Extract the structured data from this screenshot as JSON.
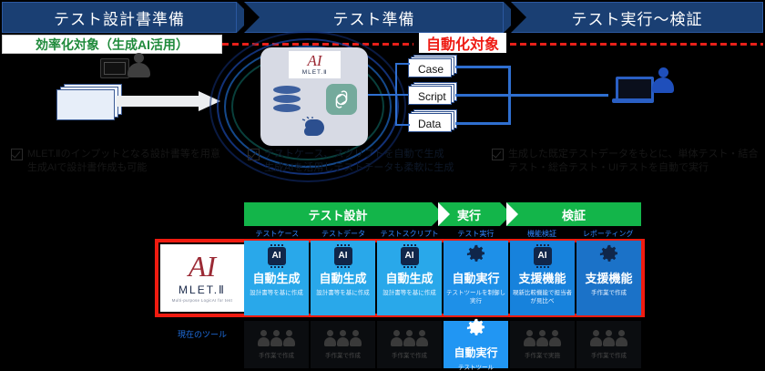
{
  "headers": [
    {
      "label": "テスト設計書準備"
    },
    {
      "label": "テスト準備"
    },
    {
      "label": "テスト実行〜検証"
    }
  ],
  "subbanners": {
    "green_label": "効率化対象（生成AI活用）",
    "red_label": "自動化対象"
  },
  "diagram": {
    "core_logo": {
      "ai": "AI",
      "name": "MLET.Ⅱ"
    },
    "icons": {
      "database": "database-icon",
      "openai": "openai-icon",
      "brain": "brain-icon",
      "documents": "document-stack-icon",
      "laptop": "laptop-icon",
      "operator": "person-icon",
      "arrow": "right-arrow-icon"
    },
    "outputs": [
      {
        "label": "Case"
      },
      {
        "label": "Script"
      },
      {
        "label": "Data"
      }
    ]
  },
  "notes": [
    {
      "check": "✓",
      "text": "MLET.Ⅱのインプットとなる設計書等を用意",
      "highlight": "生成AIで設計書作成も可能"
    },
    {
      "check": "✓",
      "text": "テストケース、スクリプトを自動で生成",
      "highlight": "生成AIを活用しテストデータも柔軟に生成"
    },
    {
      "check": "✓",
      "text": "生成した既定テストデータをもとに、単体テスト・結合テスト・総合テスト・UIテストを自動で実行",
      "highlight": ""
    }
  ],
  "phases": [
    {
      "label": "テスト設計"
    },
    {
      "label": "実行"
    },
    {
      "label": "検証"
    }
  ],
  "column_labels": [
    "テストケース",
    "テストデータ",
    "テストスクリプト",
    "テスト実行",
    "機能検証",
    "レポーティング"
  ],
  "logo_cell": {
    "ai": "AI",
    "name": "MLET.Ⅱ",
    "tagline": "Multi-purpose LogicAI for test"
  },
  "cards": [
    {
      "icon": "ai-chip-icon",
      "title": "自動生成",
      "sub": "設計書等を基に作成",
      "bg": "#29a8ea"
    },
    {
      "icon": "ai-chip-icon",
      "title": "自動生成",
      "sub": "設計書等を基に作成",
      "bg": "#29a8ea"
    },
    {
      "icon": "ai-chip-icon",
      "title": "自動生成",
      "sub": "設計書等を基に作成",
      "bg": "#29a8ea"
    },
    {
      "icon": "gear-icon",
      "title": "自動実行",
      "sub": "テストツールを制御し実行",
      "bg": "#1e90e8"
    },
    {
      "icon": "ai-chip-icon",
      "title": "支援機能",
      "sub": "現新比較機能で担当者が見比べ",
      "bg": "#1782dc"
    },
    {
      "icon": "gear-icon",
      "title": "支援機能",
      "sub": "手作業で作成",
      "bg": "#1b72c8"
    }
  ],
  "bottom": {
    "row_label": "現在のツール",
    "cells": [
      {
        "type": "people",
        "label": "手作業で作成"
      },
      {
        "type": "people",
        "label": "手作業で作成"
      },
      {
        "type": "people",
        "label": "手作業で作成"
      },
      {
        "type": "tool",
        "title": "自動実行",
        "sub": "テストツール"
      },
      {
        "type": "people",
        "label": "手作業で実施"
      },
      {
        "type": "people",
        "label": "手作業で作成"
      }
    ]
  },
  "colors": {
    "header_blue": "#1a3f73",
    "phase_green": "#13b54a",
    "accent_red": "#f01b10",
    "card_blue": "#29a8ea",
    "link_blue": "#1f4db5"
  }
}
